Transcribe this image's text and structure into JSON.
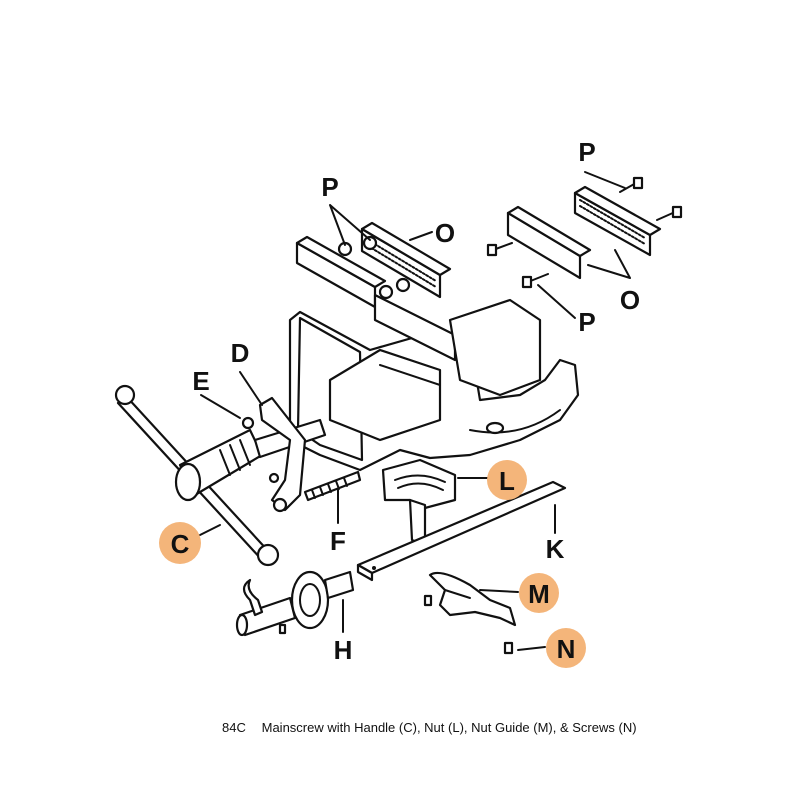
{
  "labels": {
    "P_top": "P",
    "O_top": "O",
    "P_right_top": "P",
    "O_right": "O",
    "P_right_bottom": "P",
    "D": "D",
    "E": "E",
    "F": "F",
    "C": "C",
    "L": "L",
    "K": "K",
    "M": "M",
    "N": "N",
    "H": "H"
  },
  "highlighted_parts": [
    "C",
    "L",
    "M",
    "N"
  ],
  "highlight_color": "#F4B57A",
  "caption": {
    "code": "84C",
    "text": "Mainscrew with Handle (C), Nut (L), Nut Guide (M), & Screws (N)"
  }
}
